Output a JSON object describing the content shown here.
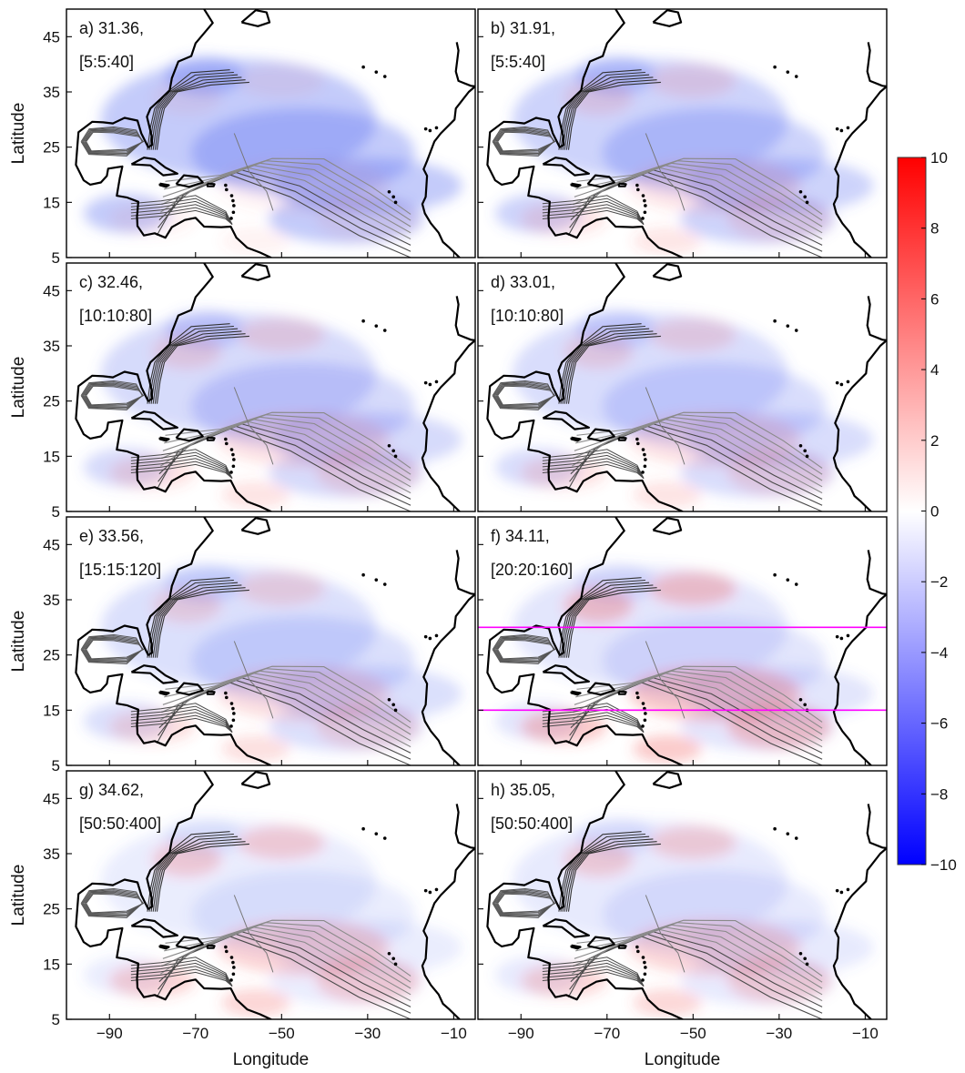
{
  "figure": {
    "xlabel": "Longitude",
    "ylabel": "Latitude",
    "x_ticks": [
      -90,
      -70,
      -50,
      -30,
      -10
    ],
    "x_tick_labels": [
      "−90",
      "−70",
      "−50",
      "−30",
      "−10"
    ],
    "y_ticks": [
      5,
      15,
      25,
      35,
      45
    ],
    "y_tick_labels": [
      "5",
      "15",
      "25",
      "35",
      "45"
    ],
    "xlim": [
      -100,
      -5
    ],
    "ylim": [
      5,
      50
    ],
    "markers": {
      "magenta_line_latitudes": [
        30,
        15
      ],
      "color": "#ff00ff",
      "panel": "f"
    }
  },
  "panels": [
    {
      "id": "a",
      "label": "a) 31.36,",
      "range": "[5:5:40]",
      "blue": 0.85,
      "red": 0.2
    },
    {
      "id": "b",
      "label": "b) 31.91,",
      "range": "[5:5:40]",
      "blue": 0.7,
      "red": 0.35
    },
    {
      "id": "c",
      "label": "c) 32.46,",
      "range": "[10:10:80]",
      "blue": 0.6,
      "red": 0.4
    },
    {
      "id": "d",
      "label": "d) 33.01,",
      "range": "[10:10:80]",
      "blue": 0.55,
      "red": 0.4
    },
    {
      "id": "e",
      "label": "e) 33.56,",
      "range": "[15:15:120]",
      "blue": 0.5,
      "red": 0.45
    },
    {
      "id": "f",
      "label": "f) 34.11,",
      "range": "[20:20:160]",
      "blue": 0.4,
      "red": 0.75
    },
    {
      "id": "g",
      "label": "g) 34.62,",
      "range": "[50:50:400]",
      "blue": 0.3,
      "red": 0.6
    },
    {
      "id": "h",
      "label": "h) 35.05,",
      "range": "[50:50:400]",
      "blue": 0.35,
      "red": 0.55
    }
  ],
  "colorbar": {
    "min": -10,
    "max": 10,
    "ticks": [
      10,
      8,
      6,
      4,
      2,
      0,
      -2,
      -4,
      -6,
      -8,
      -10
    ],
    "tick_labels": [
      "10",
      "8",
      "6",
      "4",
      "2",
      "0",
      "−2",
      "−4",
      "−6",
      "−8",
      "−10"
    ],
    "colors": {
      "max": "#ff0000",
      "mid": "#ffffff",
      "min": "#0000ff"
    }
  }
}
